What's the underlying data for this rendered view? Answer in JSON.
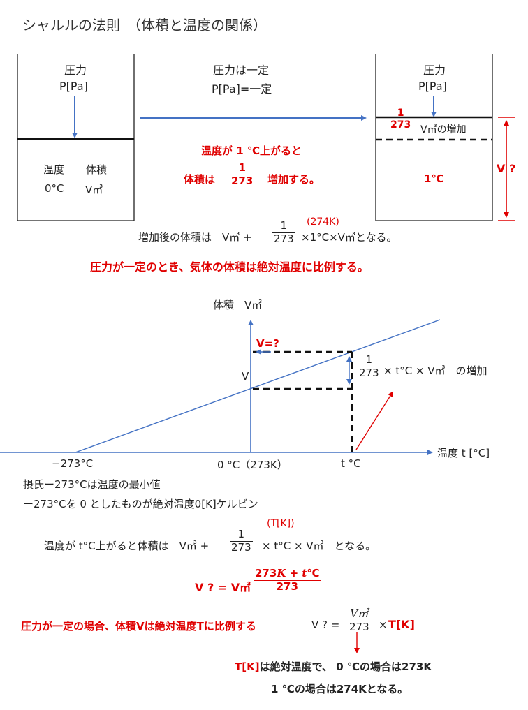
{
  "title": "シャルルの法則　（体積と温度の関係）",
  "left_cylinder": {
    "pressure_label": "圧力",
    "pressure_unit": "P[Pa]",
    "temp_header": "温度",
    "vol_header": "体積",
    "temp_value": "0°C",
    "vol_value": "V㎥"
  },
  "middle": {
    "pressure_const": "圧力は一定",
    "pressure_eq": "P[Pa]=一定",
    "temp_rise": "温度が 1 ℃上がると",
    "vol_prefix": "体積は",
    "frac_num": "1",
    "frac_den": "273",
    "vol_suffix": "増加する。"
  },
  "right_cylinder": {
    "pressure_label": "圧力",
    "pressure_unit": "P[Pa]",
    "frac_num": "1",
    "frac_den": "273",
    "increase_text": "V㎥の増加",
    "temp_value": "1℃",
    "v_label": "V ?"
  },
  "equation1": {
    "prefix": "増加後の体積は　V㎥ +",
    "frac_num": "1",
    "frac_den": "273",
    "suffix": "×1°C×V㎥となる。",
    "kelvin_note": "(274K)"
  },
  "law_statement": "圧力が一定のとき、気体の体積は絶対温度に比例する。",
  "graph": {
    "y_axis_label": "体積　V㎥",
    "x_axis_label": "温度 t [°C]",
    "v_unknown": "V=?",
    "v_label": "V",
    "tick_neg273": "−273°C",
    "tick_zero": "0 °C（273K）",
    "tick_t": "t °C",
    "inc_frac_num": "1",
    "inc_frac_den": "273",
    "inc_suffix": "× t°C × V㎥　の増加"
  },
  "notes": {
    "line1": "摂氏ー273°Cは温度の最小値",
    "line2": "ー273°Cを 0 としたものが絶対温度0[K]ケルビン"
  },
  "equation2": {
    "prefix": "温度が t°C上がると体積は　V㎥ +",
    "frac_num": "1",
    "frac_den": "273",
    "suffix": "×  t°C × V㎥　となる。",
    "tk_note": "(T[K])"
  },
  "equation3": {
    "lhs": "V ? = V㎥",
    "num_a": "273",
    "num_k": "K",
    "num_plus": " + ",
    "num_t": "t",
    "num_c": "℃",
    "den": "273"
  },
  "law2": {
    "statement": "圧力が一定の場合、体積Vは絶対温度Tに比例する",
    "lhs": "V ? =",
    "frac_num": "V㎥",
    "frac_den": "273",
    "times": "×",
    "tk": "T[K]"
  },
  "final": {
    "tk": "T[K]",
    "line1_rest": "は絶対温度で、 0 ℃の場合は273K",
    "line2": "1 ℃の場合は274Kとなる。"
  }
}
